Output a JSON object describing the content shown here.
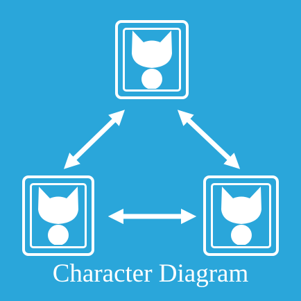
{
  "title": "Character Diagram",
  "colors": {
    "background": "#2aa6da",
    "foreground": "#ffffff"
  },
  "characters": [
    {
      "icon": "cat-silhouette-icon"
    },
    {
      "icon": "cat-silhouette-icon"
    },
    {
      "icon": "cat-silhouette-icon"
    }
  ],
  "connections": [
    {
      "from": "top",
      "to": "bottom-left",
      "type": "double-arrow"
    },
    {
      "from": "top",
      "to": "bottom-right",
      "type": "double-arrow"
    },
    {
      "from": "bottom-left",
      "to": "bottom-right",
      "type": "double-arrow"
    }
  ]
}
